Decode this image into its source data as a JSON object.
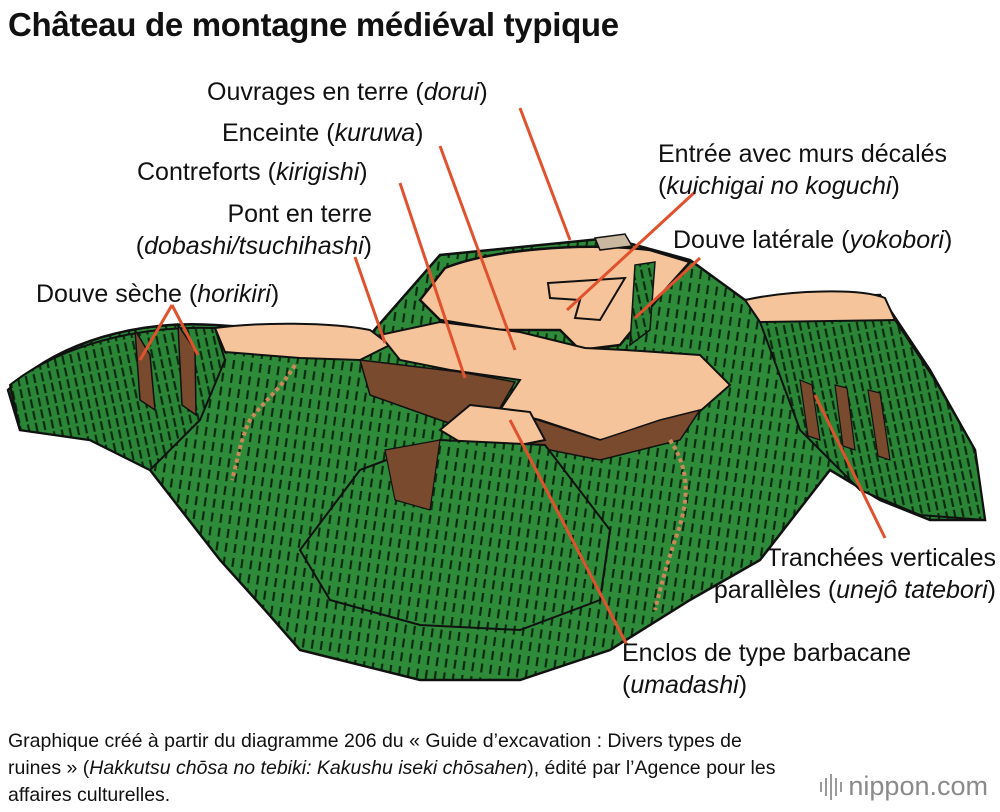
{
  "title": "Château de montagne médiéval typique",
  "labels": {
    "dorui": {
      "text": "Ouvrages en terre (",
      "term": "dorui",
      "close": ")"
    },
    "kuruwa": {
      "text": "Enceinte (",
      "term": "kuruwa",
      "close": ")"
    },
    "kirigishi": {
      "text": "Contreforts (",
      "term": "kirigishi",
      "close": ")"
    },
    "dobashi": {
      "line1": "Pont en terre",
      "open": "(",
      "term": "dobashi/tsuchihashi",
      "close": ")"
    },
    "horikiri": {
      "text": "Douve sèche (",
      "term": "horikiri",
      "close": ")"
    },
    "kuichigai": {
      "line1": "Entrée avec murs décalés",
      "open": "(",
      "term": "kuichigai no koguchi",
      "close": ")"
    },
    "yokobori": {
      "text": "Douve latérale (",
      "term": "yokobori",
      "close": ")"
    },
    "unejo": {
      "line1": "Tranchées verticales",
      "prefix": "parallèles (",
      "term": "unejô tatebori",
      "close": ")"
    },
    "umadashi": {
      "line1": "Enclos de type barbacane",
      "open": "(",
      "term": "umadashi",
      "close": ")"
    }
  },
  "caption": {
    "part1": "Graphique créé à partir du diagramme 206 du « Guide d’excavation : Divers types de ruines » (",
    "italic": "Hakkutsu chōsa no tebiki: Kakushu iseki chōsahen",
    "part2": "), édité par l’Agence pour les affaires culturelles."
  },
  "brand": "nippon.com",
  "colors": {
    "slope_green": "#2e8b3a",
    "slope_dark": "#1f6e2a",
    "plateau": "#f5c49a",
    "trench": "#7a4a2e",
    "leader": "#e0522e",
    "outline": "#111111"
  }
}
